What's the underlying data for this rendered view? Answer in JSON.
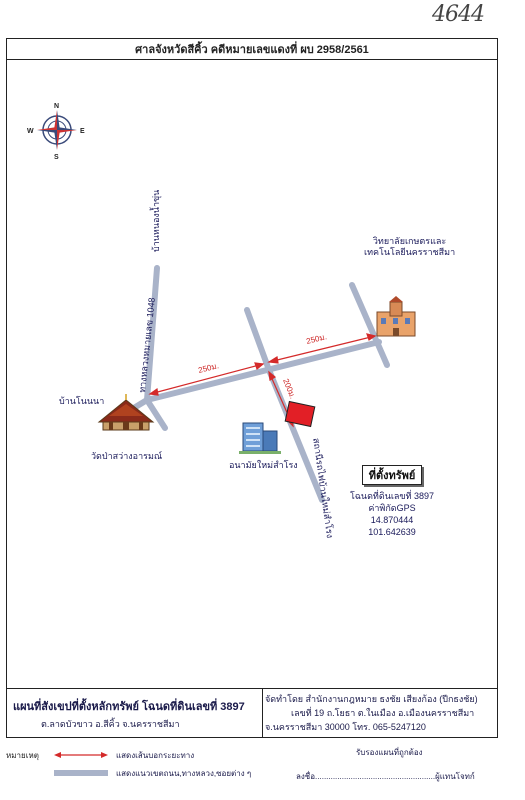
{
  "handwritten_number": "4644",
  "header": {
    "title": "ศาลจังหวัดสีคิ้ว คดีหมายเลขแดงที่ ผบ 2958/2561"
  },
  "compass": {
    "n": "N",
    "s": "S",
    "e": "E",
    "w": "W"
  },
  "places": {
    "college": "วิทยาลัยเกษตรและเทคโนโลยีนครราชสีมา",
    "college_line1": "วิทยาลัยเกษตรและ",
    "college_line2": "เทคโนโลยีนครราชสีมา",
    "road_north": "บ้านหนองน้ำขุ่น",
    "road_highway": "ทางหลวงหมายเลข 1048",
    "village": "บ้านโนนนา",
    "temple": "วัดป่าสว่างอารมณ์",
    "health_center": "อนามัยใหม่สำโรง",
    "road_south": "สถานีรถไฟบ้านใหม่สำโรง"
  },
  "distances": {
    "west": "250ม.",
    "east": "250ม.",
    "south": "200ม."
  },
  "property": {
    "label": "ที่ตั้งทรัพย์",
    "deed": "โฉนดที่ดินเลขที่ 3897",
    "gps_label": "ค่าพิกัดGPS",
    "lat": "14.870444",
    "lon": "101.642639"
  },
  "footer": {
    "map_title": "แผนที่สังเขปที่ตั้งหลักทรัพย์ โฉนดที่ดินเลขที่ 3897",
    "location": "ต.ลาดบัวขาว  อ.สีคิ้ว  จ.นครราชสีมา",
    "prepared_by": "จัดทำโดย สำนักงานกฎหมาย ธงชัย เสียงก้อง (ปีกธงชัย)",
    "address1": "เลขที่ 19  ถ.โยธา  ต.ในเมือง  อ.เมืองนครราชสีมา",
    "address2": "จ.นครราชสีมา 30000  โทร. 065-5247120"
  },
  "legend": {
    "label": "หมายเหตุ",
    "arrow_desc": "แสดงเส้นบอกระยะทาง",
    "road_desc": "แสดงแนวเขตถนน,ทางหลวง,ซอยต่าง ๆ"
  },
  "signature": {
    "certify": "รับรองแผนที่ถูกต้อง",
    "sign_label": "ลงชื่อ",
    "sign_line": "......................................................",
    "role": "ผู้แทนโจทก์"
  },
  "colors": {
    "road": "#a9b3c9",
    "arrow": "#d42a2a",
    "property": "#e21f26",
    "text": "#1a1a4a"
  }
}
